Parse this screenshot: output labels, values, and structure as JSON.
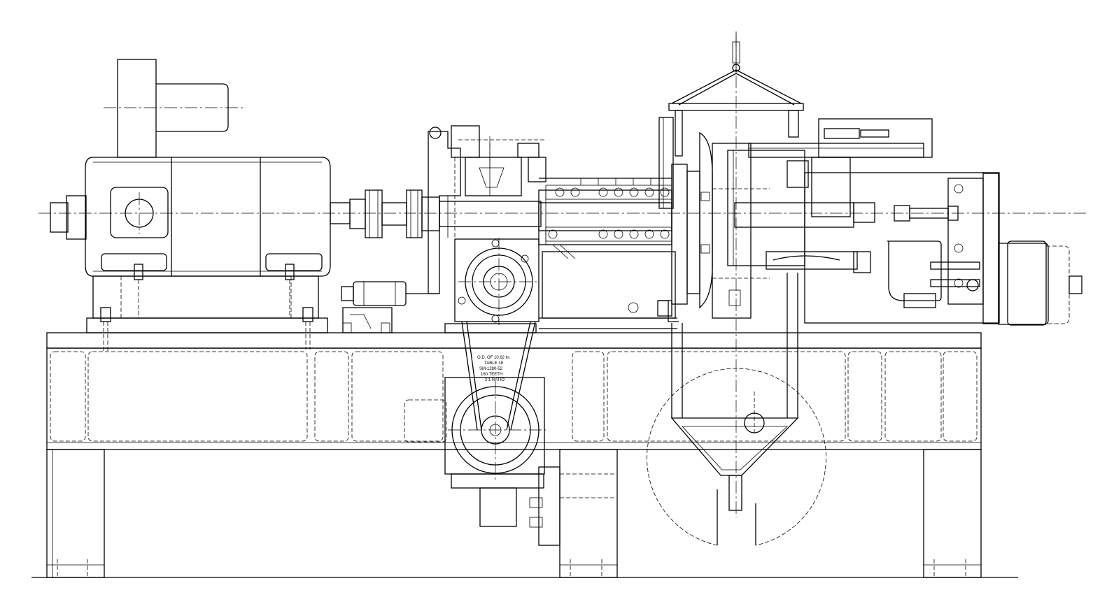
{
  "drawing": {
    "belt_note": {
      "line1": "O.D. OF 10.62 In.",
      "line2": "TABLE 18",
      "line3": "SM-1280-52",
      "line4": "160 TEETH",
      "line5": "2:1 RATIO"
    }
  }
}
